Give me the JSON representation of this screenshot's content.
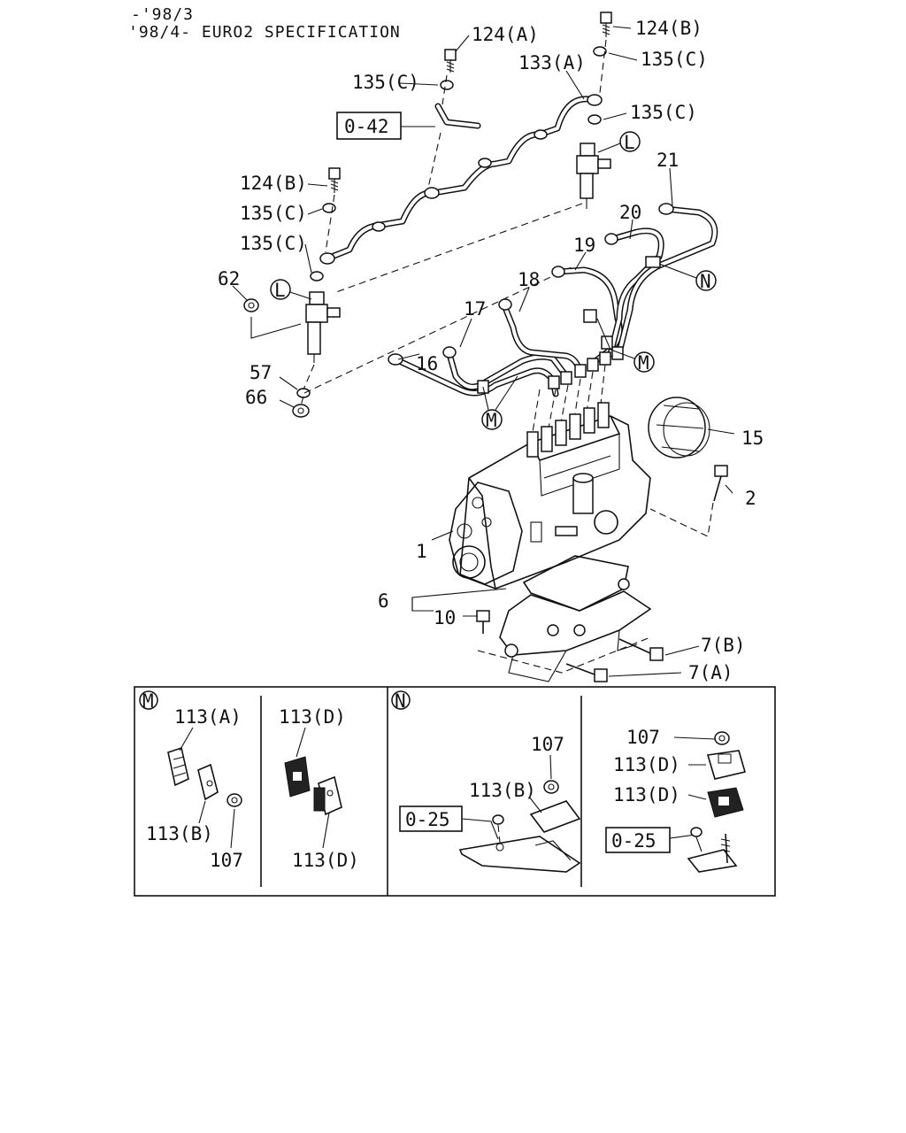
{
  "header": {
    "line1": "-'98/3",
    "line2": "'98/4- EURO2 SPECIFICATION"
  },
  "refs": {
    "ref_042": "0-42",
    "ref_025_left": "0-25",
    "ref_025_right": "0-25"
  },
  "callouts": {
    "L_top": "L",
    "L_left": "L",
    "N_main": "N",
    "M_right": "M",
    "M_lower": "M",
    "M_inset": "M",
    "N_inset": "N"
  },
  "labels": {
    "p124A": "124(A)",
    "p124B_top": "124(B)",
    "p133A": "133(A)",
    "p135C_top_right": "135(C)",
    "p135C_top_left": "135(C)",
    "p135C_mid_right": "135(C)",
    "p124B_left": "124(B)",
    "p135C_left1": "135(C)",
    "p135C_left2": "135(C)",
    "p21": "21",
    "p20": "20",
    "p19": "19",
    "p18": "18",
    "p17": "17",
    "p16": "16",
    "p62": "62",
    "p57": "57",
    "p66": "66",
    "p15": "15",
    "p2": "2",
    "p1": "1",
    "p6": "6",
    "p10": "10",
    "p7B": "7(B)",
    "p7A": "7(A)"
  },
  "inset_M": {
    "left_top": "113(A)",
    "left_mid": "113(B)",
    "left_bottom": "107",
    "right_top": "113(D)",
    "right_bottom": "113(D)"
  },
  "inset_N": {
    "left_107": "107",
    "left_113B": "113(B)",
    "right_107": "107",
    "right_113D_1": "113(D)",
    "right_113D_2": "113(D)"
  }
}
